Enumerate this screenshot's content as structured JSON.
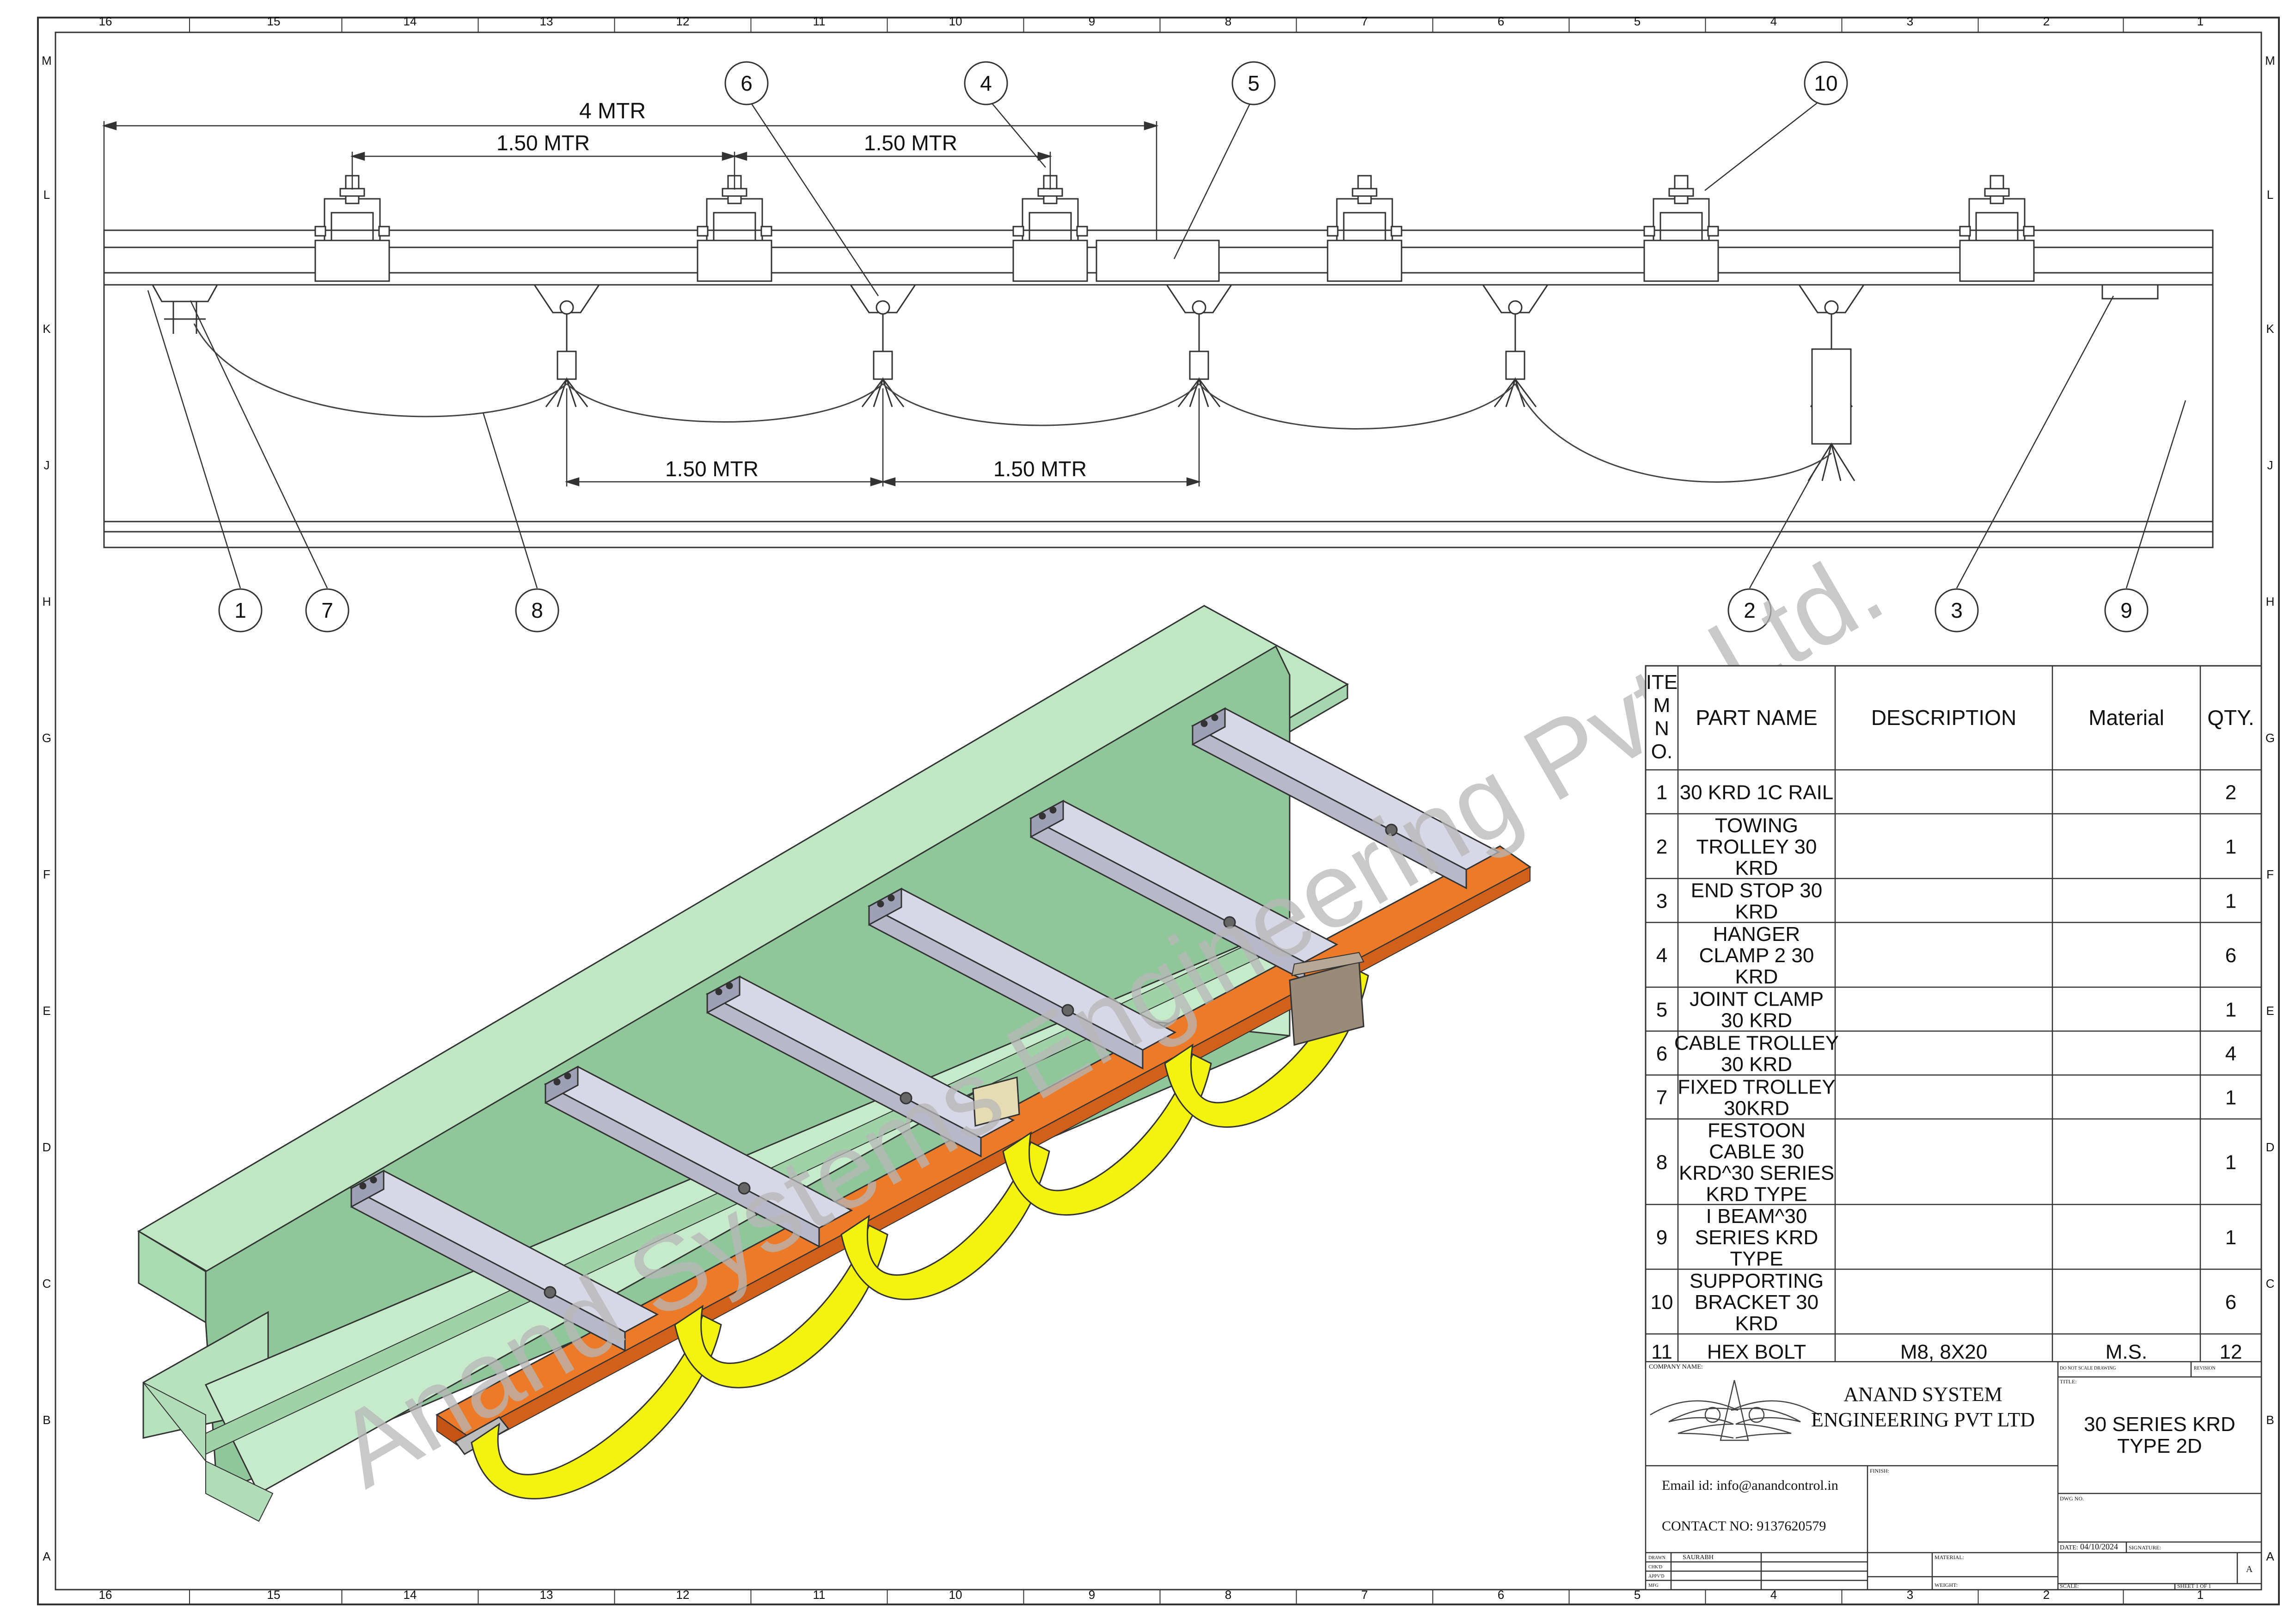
{
  "border": {
    "columns": [
      "16",
      "15",
      "14",
      "13",
      "12",
      "11",
      "10",
      "9",
      "8",
      "7",
      "6",
      "5",
      "4",
      "3",
      "2",
      "1"
    ],
    "rows": [
      "M",
      "L",
      "K",
      "J",
      "H",
      "G",
      "F",
      "E",
      "D",
      "C",
      "B",
      "A"
    ]
  },
  "elevation": {
    "dim_overall": "4 MTR",
    "dim_span_left": "1.50 MTR",
    "dim_span_right": "1.50 MTR",
    "dim_lower_left": "1.50 MTR",
    "dim_lower_right": "1.50 MTR"
  },
  "balloons": {
    "b6": "6",
    "b4": "4",
    "b5": "5",
    "b10": "10",
    "b1": "1",
    "b7": "7",
    "b8": "8",
    "b2": "2",
    "b3": "3",
    "b9": "9"
  },
  "watermark": "Anand Systems Engineering Pvt. Ltd.",
  "bom": {
    "headers": {
      "item_no": [
        "ITE",
        "M",
        "N",
        "O."
      ],
      "part_name": "PART NAME",
      "description": "DESCRIPTION",
      "material": "Material",
      "qty": "QTY."
    },
    "rows": [
      {
        "no": "1",
        "part": [
          "30 KRD 1C RAIL"
        ],
        "description": "",
        "material": "",
        "qty": "2"
      },
      {
        "no": "2",
        "part": [
          "TOWING",
          "TROLLEY 30",
          "KRD"
        ],
        "description": "",
        "material": "",
        "qty": "1"
      },
      {
        "no": "3",
        "part": [
          "END STOP 30",
          "KRD"
        ],
        "description": "",
        "material": "",
        "qty": "1"
      },
      {
        "no": "4",
        "part": [
          "HANGER",
          "CLAMP 2 30",
          "KRD"
        ],
        "description": "",
        "material": "",
        "qty": "6"
      },
      {
        "no": "5",
        "part": [
          "JOINT CLAMP",
          "30 KRD"
        ],
        "description": "",
        "material": "",
        "qty": "1"
      },
      {
        "no": "6",
        "part": [
          "CABLE TROLLEY",
          "30 KRD"
        ],
        "description": "",
        "material": "",
        "qty": "4"
      },
      {
        "no": "7",
        "part": [
          "FIXED TROLLEY",
          "30KRD"
        ],
        "description": "",
        "material": "",
        "qty": "1"
      },
      {
        "no": "8",
        "part": [
          "FESTOON",
          "CABLE 30",
          "KRD^30 SERIES",
          "KRD TYPE"
        ],
        "description": "",
        "material": "",
        "qty": "1"
      },
      {
        "no": "9",
        "part": [
          "I BEAM^30",
          "SERIES KRD",
          "TYPE"
        ],
        "description": "",
        "material": "",
        "qty": "1"
      },
      {
        "no": "10",
        "part": [
          "SUPPORTING",
          "BRACKET 30",
          "KRD"
        ],
        "description": "",
        "material": "",
        "qty": "6"
      },
      {
        "no": "11",
        "part": [
          "HEX BOLT"
        ],
        "description": "M8, 8X20",
        "material": "M.S.",
        "qty": "12"
      }
    ]
  },
  "title_block": {
    "company_label": "COMPANY NAME:",
    "company_name_1": "ANAND SYSTEM",
    "company_name_2": "ENGINEERING PVT LTD",
    "email": "Email id: info@anandcontrol.in",
    "contact": "CONTACT NO: 9137620579",
    "finish_label": "FINISH:",
    "no_scale_label": "DO NOT SCALE DRAWING",
    "revision_label": "REVISION",
    "title_label": "TITLE:",
    "title_1": "30 SERIES KRD",
    "title_2": "TYPE 2D",
    "dwg_label": "DWG NO.",
    "date_label": "DATE:",
    "date": "04/10/2024",
    "signature_label": "SIGNATURE:",
    "drawn_label": "DRAWN",
    "drawn_by": "SAURABH",
    "chkd_label": "CHK'D",
    "appvd_label": "APPV'D",
    "mfg_label": "MFG",
    "material_label": "MATERIAL:",
    "weight_label": "WEIGHT:",
    "scale_label": "SCALE:",
    "sheet_label": "SHEET 1 OF 1",
    "size": "A"
  },
  "colors": {
    "beam": "#b8e3bd",
    "beam_dark": "#8fc79a",
    "rail": "#e3671d",
    "cable": "#f3f30d",
    "bracket": "#c9cbd9",
    "watermark": "#b7b7b7"
  }
}
